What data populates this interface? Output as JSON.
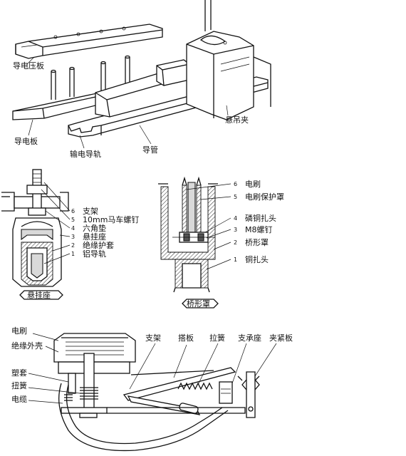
{
  "fig1": {
    "labels": {
      "pressure_plate": "导电压板",
      "conductive_plate": "导电板",
      "rail": "输电导轨",
      "pipe": "导管",
      "clamp": "悬吊夹"
    }
  },
  "fig2": {
    "caption": "悬挂座",
    "callouts": [
      {
        "num": "6",
        "text": "支架"
      },
      {
        "num": "5",
        "text": "10mm马车螺钉"
      },
      {
        "num": "4",
        "text": "六角垫"
      },
      {
        "num": "3",
        "text": "悬挂座"
      },
      {
        "num": "2",
        "text": "绝缘护套"
      },
      {
        "num": "1",
        "text": "铝导轨"
      }
    ]
  },
  "fig3": {
    "caption": "桥形罩",
    "callouts": [
      {
        "num": "6",
        "text": "电刷"
      },
      {
        "num": "5",
        "text": "电刷保护罩"
      },
      {
        "num": "4",
        "text": "磷铜扎头"
      },
      {
        "num": "3",
        "text": "M8螺钉"
      },
      {
        "num": "2",
        "text": "桥形罩"
      },
      {
        "num": "1",
        "text": "铜扎头"
      }
    ]
  },
  "fig4": {
    "labels": {
      "brush": "电刷",
      "housing": "绝缘外壳",
      "sleeve": "塑套",
      "torsion_spring": "扭簧",
      "cable": "电缆",
      "bracket": "支架",
      "link_plate": "搭板",
      "tension_spring": "拉簧",
      "support": "支承座",
      "clamp_plate": "夹紧板"
    }
  }
}
